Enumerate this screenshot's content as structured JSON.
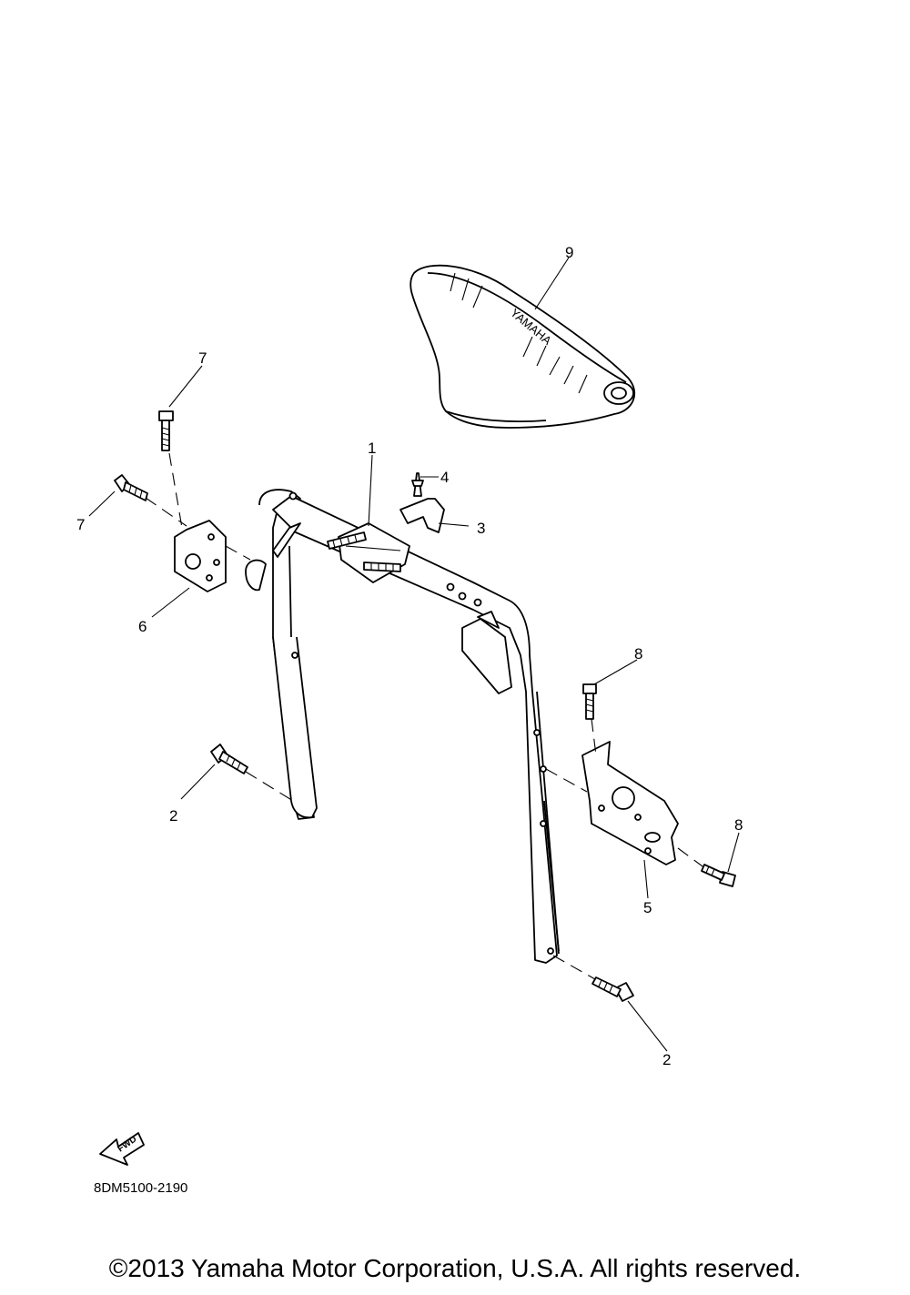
{
  "diagram": {
    "callouts": {
      "c1": "1",
      "c2a": "2",
      "c2b": "2",
      "c3": "3",
      "c4": "4",
      "c5": "5",
      "c6": "6",
      "c7a": "7",
      "c7b": "7",
      "c8a": "8",
      "c8b": "8",
      "c9": "9"
    },
    "seat_logo": "YAMAHA",
    "fwd_label": "FWD",
    "drawing_code": "8DM5100-2190"
  },
  "footer": {
    "copyright": "©2013 Yamaha Motor Corporation, U.S.A. All rights reserved."
  }
}
